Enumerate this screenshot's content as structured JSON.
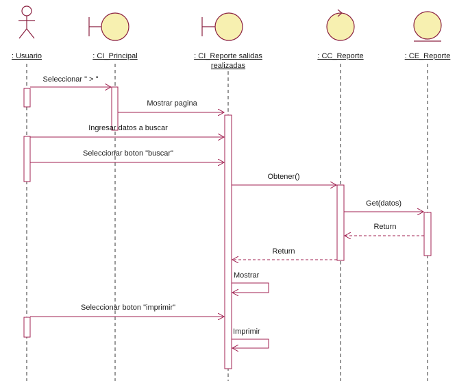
{
  "objects": [
    {
      "label": ": Usuario",
      "kind": "actor"
    },
    {
      "label": ": CI_Principal",
      "kind": "boundary"
    },
    {
      "label": ": CI_Reporte salidas",
      "label2": "realizadas",
      "kind": "boundary"
    },
    {
      "label": ": CC_Reporte",
      "kind": "control"
    },
    {
      "label": ": CE_Reporte",
      "kind": "entity"
    }
  ],
  "messages": [
    {
      "label": "Seleccionar \" > \""
    },
    {
      "label": "Mostrar pagina"
    },
    {
      "label": "Ingresar datos a buscar"
    },
    {
      "label": "Seleccionar boton \"buscar\""
    },
    {
      "label": "Obtener()"
    },
    {
      "label": "Get(datos)"
    },
    {
      "label": "Return"
    },
    {
      "label": "Return"
    },
    {
      "label": "Mostrar"
    },
    {
      "label": "Seleccionar boton \"imprimir\""
    },
    {
      "label": "Imprimir"
    }
  ],
  "colors": {
    "line": "#a02050",
    "icon_fill": "#f7f0b0",
    "icon_stroke": "#8a2040",
    "lifeline": "#333333",
    "text": "#1a1a1a"
  }
}
